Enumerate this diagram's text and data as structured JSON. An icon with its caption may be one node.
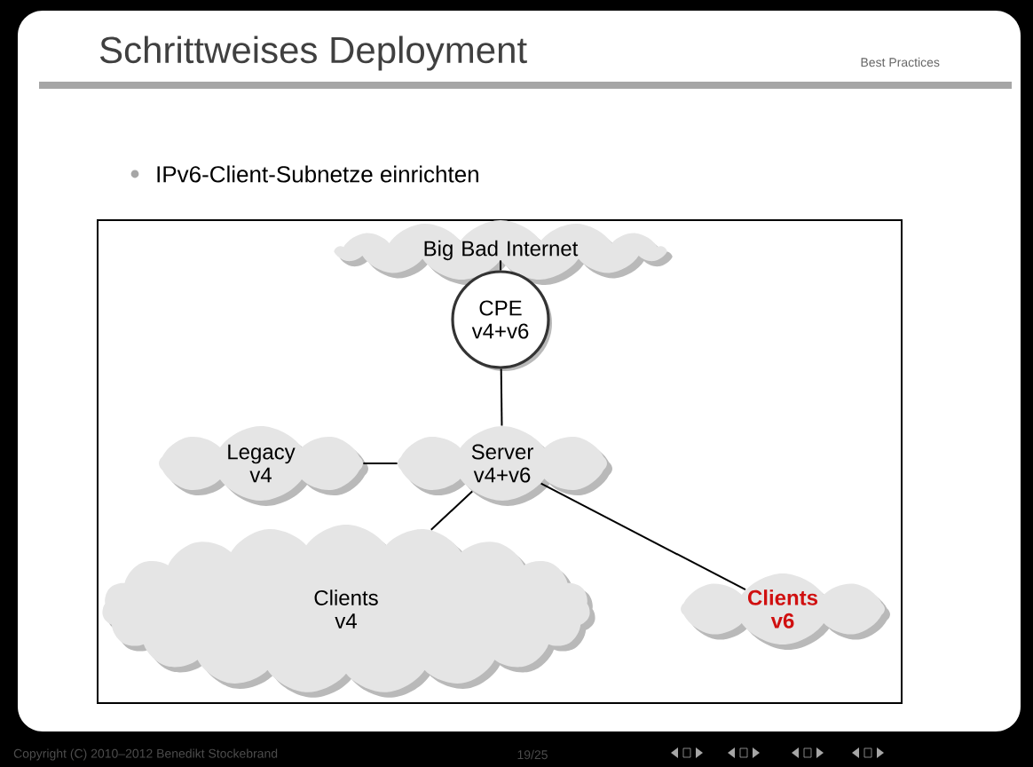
{
  "diagram": {
    "title": "Schrittweises Deployment",
    "nodes": [
      {
        "text": [
          "Big Bad Internet"
        ]
      },
      {
        "text": [
          "CPE v4+v6"
        ]
      },
      {
        "text": [
          "Legacy v4"
        ]
      },
      {
        "text": [
          "Server v4+v6"
        ]
      },
      {
        "text": [
          "Clients v4"
        ]
      },
      {
        "text": [
          "Clients v6"
        ]
      }
    ],
    "edges": [
      {
        "from": 0,
        "to": 1,
        "arrow": "none"
      },
      {
        "from": 1,
        "to": 3,
        "arrow": "none"
      },
      {
        "from": 2,
        "to": 3,
        "arrow": "none"
      },
      {
        "from": 3,
        "to": 4,
        "arrow": "none"
      },
      {
        "from": 3,
        "to": 5,
        "arrow": "none"
      }
    ],
    "labels": [
      "Best Practices",
      "IPv6-Client-Subnetze einrichten",
      "Copyright (C) 2010–2012 Benedikt Stockebrand",
      "19/25"
    ]
  }
}
